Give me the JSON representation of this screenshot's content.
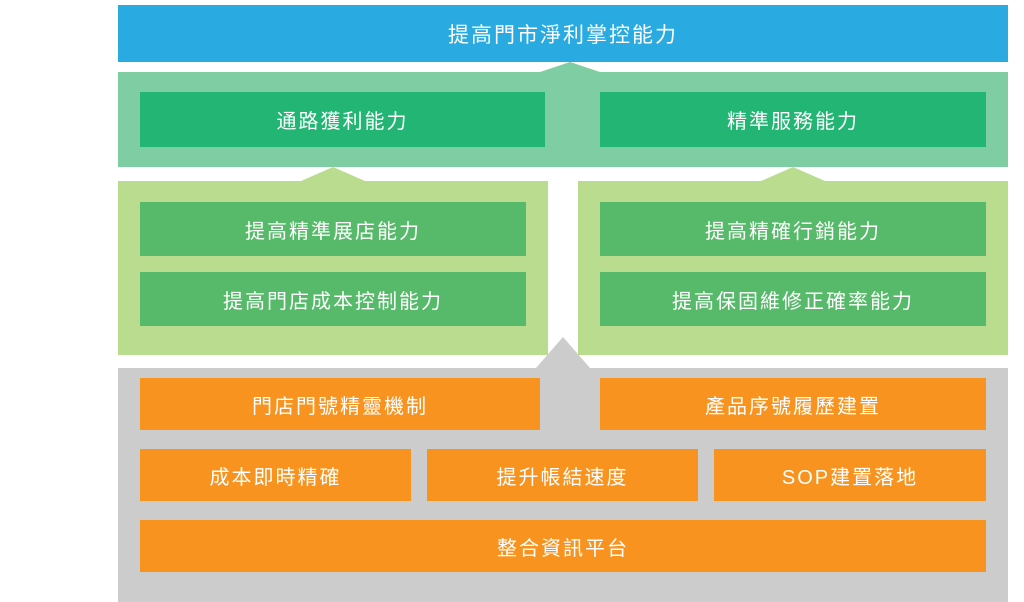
{
  "diagram": {
    "goal": "提高門市淨利掌控能力",
    "capabilities": [
      "通路獲利能力",
      "精準服務能力"
    ],
    "objectives_left": [
      "提高精準展店能力",
      "提高門店成本控制能力"
    ],
    "objectives_right": [
      "提高精確行銷能力",
      "提高保固維修正確率能力"
    ],
    "foundation": {
      "row1": [
        "門店門號精靈機制",
        "產品序號履歷建置"
      ],
      "row2": [
        "成本即時精確",
        "提升帳結速度",
        "SOP建置落地"
      ],
      "row3": [
        "整合資訊平台"
      ]
    },
    "colors": {
      "goal_blue": "#29ABE2",
      "capability_green": "#22B573",
      "capability_band_green": "#7FCDA2",
      "objective_panel_green": "#B9DC8E",
      "objective_green": "#57BA6A",
      "foundation_gray": "#CCCCCC",
      "task_orange": "#F7931E",
      "text_white": "#FFFFFF"
    }
  }
}
